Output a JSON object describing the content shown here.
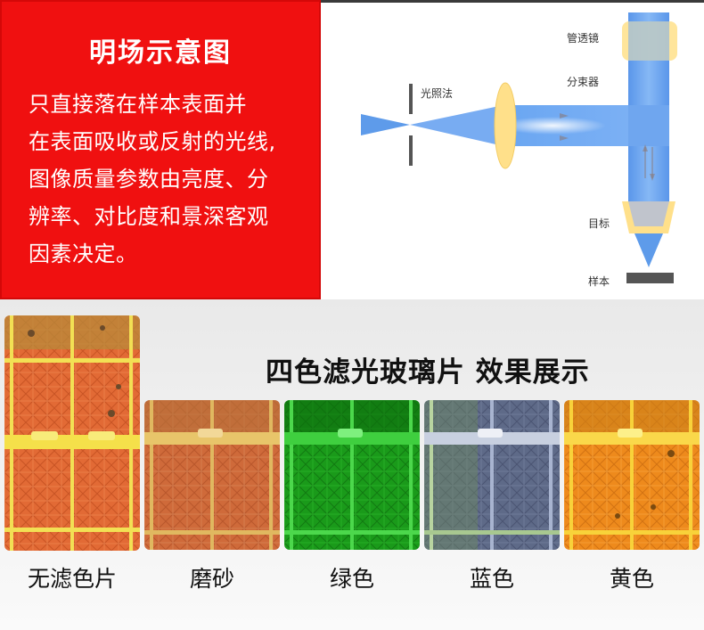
{
  "red_panel": {
    "title": "明场示意图",
    "lines": [
      "只直接落在样本表面并",
      "在表面吸收或反射的光线,",
      "图像质量参数由亮度、分",
      "辨率、对比度和景深客观",
      "因素决定。"
    ],
    "background_color": "#f01010"
  },
  "diagram": {
    "labels": {
      "tube_lens": "管透镜",
      "beam_splitter": "分束器",
      "illumination": "光照法",
      "objective": "目标",
      "sample": "样本"
    },
    "beam_color": "#5b9bef",
    "lens_color": "#ffe08a"
  },
  "filters": {
    "title": "四色滤光玻璃片 效果展示",
    "items": [
      {
        "label": "无滤色片",
        "color": "#e8662a"
      },
      {
        "label": "磨砂",
        "color": "#d9703a"
      },
      {
        "label": "绿色",
        "color": "#1faa1f"
      },
      {
        "label": "蓝色",
        "color": "#6a6f8a"
      },
      {
        "label": "黄色",
        "color": "#f08a1a"
      }
    ]
  }
}
